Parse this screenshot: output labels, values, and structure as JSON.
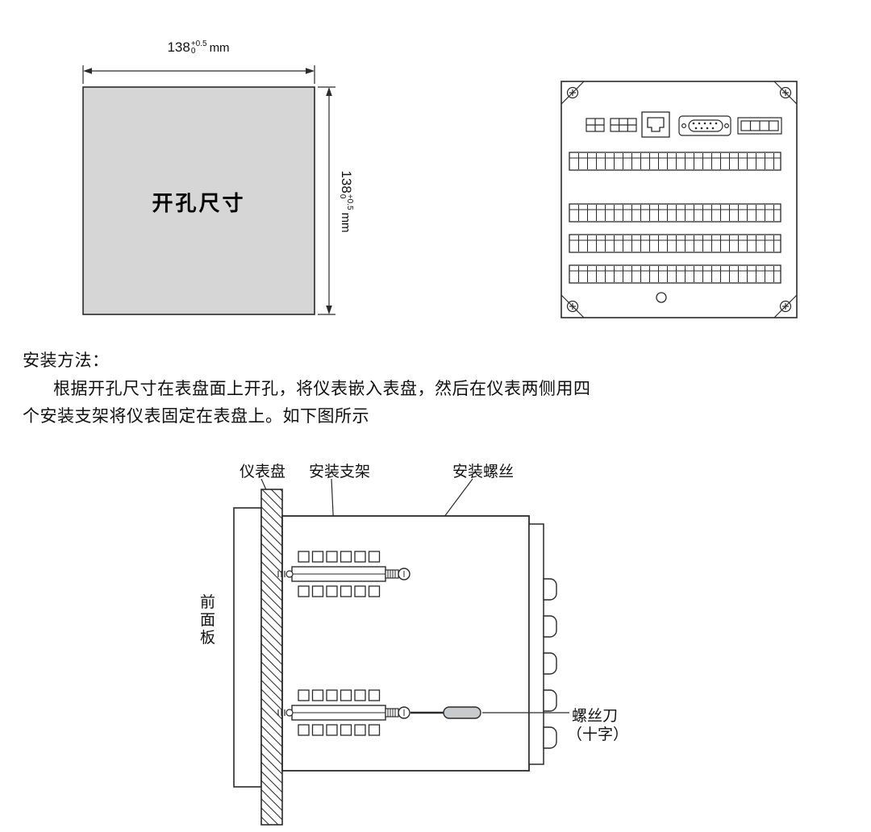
{
  "colors": {
    "line": "#2a2a2a",
    "cutout_fill": "#d6d6d6",
    "handle_fill": "#c9cacc"
  },
  "cutout_diagram": {
    "area_label": "开孔尺寸",
    "dim_value": "138",
    "dim_sup": "+0.5",
    "dim_sub": "0",
    "dim_unit": "mm"
  },
  "instructions": {
    "title": "安装方法：",
    "line1": "根据开孔尺寸在表盘面上开孔，将仪表嵌入表盘，然后在仪表两侧用四",
    "line2": "个安装支架将仪表固定在表盘上。如下图所示"
  },
  "install_diagram": {
    "panel_label": "仪表盘",
    "bracket_label": "安装支架",
    "screw_label": "安装螺丝",
    "front_panel_label": "前面板",
    "screwdriver_label_1": "螺丝刀",
    "screwdriver_label_2": "（十字）"
  }
}
